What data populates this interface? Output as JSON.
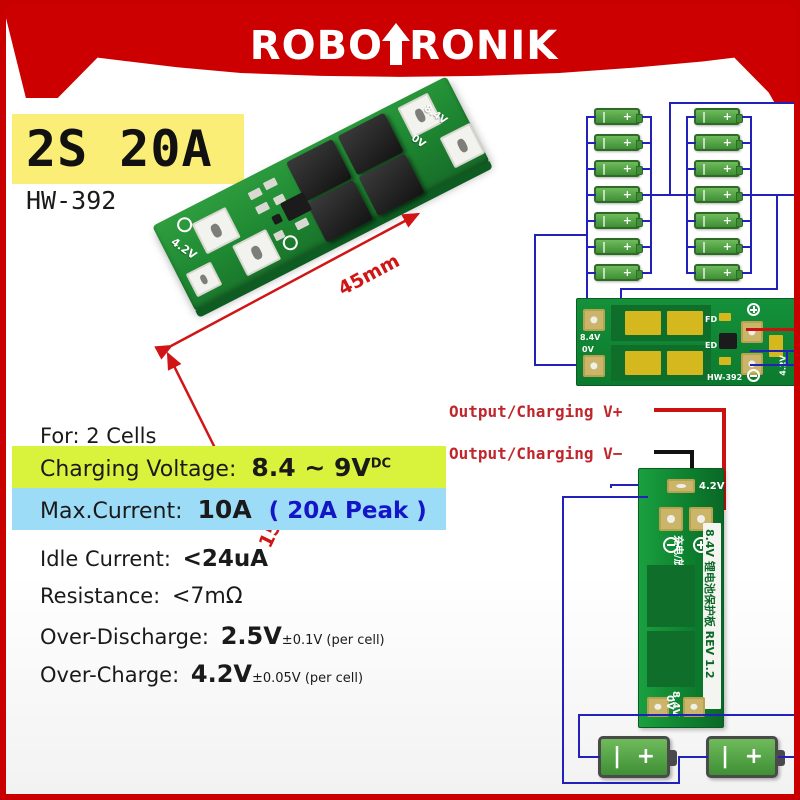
{
  "brand": {
    "name_left": "ROBO",
    "name_right": "RONIK",
    "arrow_icon": "up-arrow-icon"
  },
  "title": {
    "headline": "2S 20A",
    "model": "HW-392"
  },
  "dimensions": {
    "length": "45mm",
    "width": "15mm"
  },
  "photo_silkscreen": {
    "left_pad": "4.2V",
    "top_pad": "0V",
    "right_pad": "8.4V"
  },
  "specs": {
    "cells_label": "For: 2 Cells",
    "charging_voltage_label": "Charging Voltage:",
    "charging_voltage_value": "8.4 ~ 9V",
    "charging_voltage_sup": "DC",
    "max_current_label": "Max.Current:",
    "max_current_value": "10A",
    "max_current_peak": "( 20A Peak )",
    "idle_current_label": "Idle Current:",
    "idle_current_value": "<24uA",
    "resistance_label": "Resistance:",
    "resistance_value": "<7mΩ",
    "over_discharge_label": "Over-Discharge:",
    "over_discharge_value": "2.5V",
    "over_discharge_tol": "±0.1V (per cell)",
    "over_charge_label": "Over-Charge:",
    "over_charge_value": "4.2V",
    "over_charge_tol": "±0.05V (per cell)"
  },
  "wiring": {
    "output_positive": "Output/Charging V+",
    "output_negative": "Output/Charging V−",
    "cell_minus": "|",
    "cell_plus": "+"
  },
  "board_top": {
    "pad_84": "8.4V",
    "pad_0v": "0V",
    "pad_42": "4.2V",
    "model_silk": "HW-392",
    "fd_label": "FD",
    "ed_label": "ED"
  },
  "board_vertical": {
    "pad_42": "4.2V",
    "pad_0v": "0V",
    "pad_84": "8.4V",
    "chinese_ports": "充电/放电",
    "silk_main": "8.4V 锂电池保护板 REV 1.2"
  },
  "colors": {
    "brand_red": "#cc0000",
    "frame_red": "#c80000",
    "title_yellow": "#faee76",
    "spec_green": "#d9f23c",
    "spec_blue": "#9ddcf7",
    "peak_blue": "#1414c8",
    "label_red": "#c0272d",
    "wire_blue": "#2222bb",
    "pcb_green": "#0d7f2e"
  }
}
